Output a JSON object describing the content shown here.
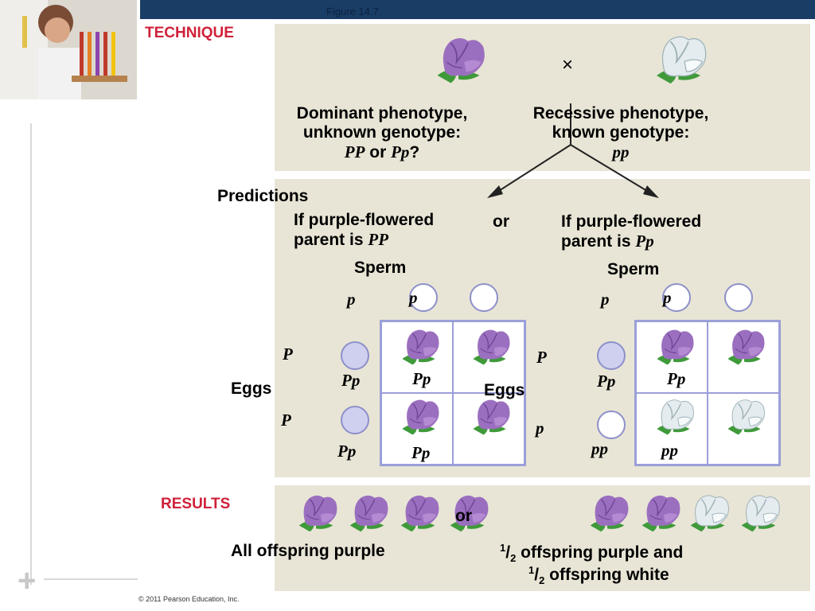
{
  "figure_label": "Figure 14.7",
  "technique_label": "TECHNIQUE",
  "cross_symbol": "×",
  "dominant": {
    "line1": "Dominant phenotype,",
    "line2": "unknown genotype:",
    "g1": "PP",
    "or": " or ",
    "g2": "Pp",
    "q": "?"
  },
  "recessive": {
    "line1": "Recessive phenotype,",
    "line2": "known genotype:",
    "g": "pp"
  },
  "predictions_label": "Predictions",
  "left_case": {
    "line1": "If purple-flowered",
    "line2": "parent is ",
    "g": "PP"
  },
  "or_label": "or",
  "right_case": {
    "line1": "If purple-flowered",
    "line2": "parent is ",
    "g": "Pp"
  },
  "sperm_label": "Sperm",
  "eggs_label": "Eggs",
  "left_square": {
    "sperm_alleles": [
      "p",
      "p"
    ],
    "egg_alleles": [
      "P",
      "P"
    ],
    "offspring": [
      "Pp",
      "Pp",
      "Pp",
      "Pp"
    ]
  },
  "right_square": {
    "sperm_alleles": [
      "p",
      "p"
    ],
    "egg_alleles": [
      "P",
      "p"
    ],
    "offspring": [
      "Pp",
      "Pp",
      "pp",
      "pp"
    ]
  },
  "results_label": "RESULTS",
  "result_left": "All offspring purple",
  "result_or": "or",
  "result_right": {
    "num": "1",
    "den": "2",
    "line1": " offspring purple and",
    "line2": " offspring white"
  },
  "copyright": "© 2011 Pearson Education, Inc.",
  "colors": {
    "purple_flower": "#9b6fbf",
    "white_flower": "#e4ecef",
    "panel": "#e8e5d6",
    "accent_red": "#d0213a",
    "grid": "#9b9fd8"
  }
}
